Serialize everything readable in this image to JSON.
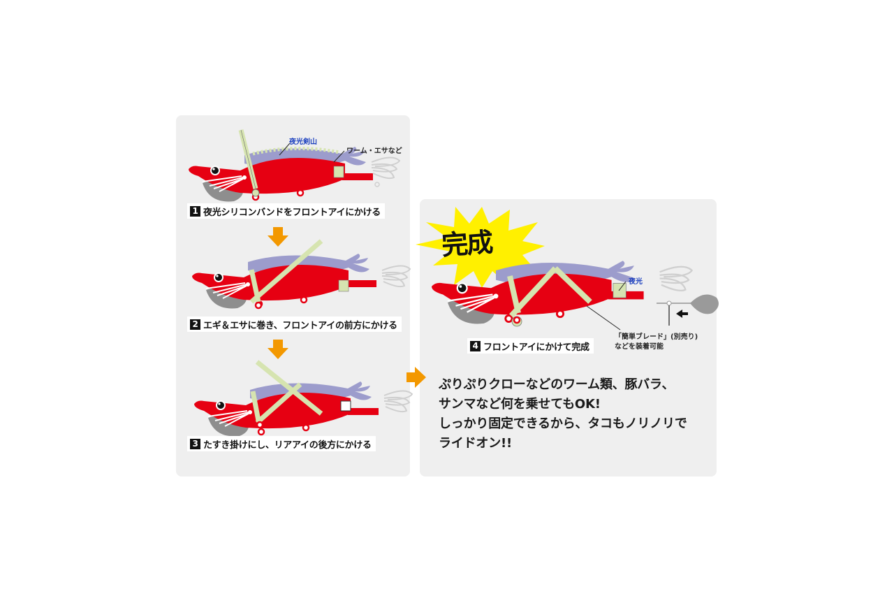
{
  "colors": {
    "panel_bg": "#efefef",
    "egi_body": "#e60012",
    "band": "#d6e4b0",
    "worm": "#9c9ccc",
    "arrow": "#f39800",
    "burst": "#fff000",
    "callout_blue": "#1a3fbf"
  },
  "steps": [
    {
      "number": "1",
      "label": "夜光シリコンバンドをフロントアイにかける"
    },
    {
      "number": "2",
      "label": "エギ＆エサに巻き、フロントアイの前方にかける"
    },
    {
      "number": "3",
      "label": "たすき掛けにし、リアアイの後方にかける"
    },
    {
      "number": "4",
      "label": "フロントアイにかけて完成"
    }
  ],
  "callouts": {
    "luminous_spike": "夜光剣山",
    "worm_bait": "ワーム・エサなど",
    "luminous": "夜光",
    "blade_line1": "「簡単ブレード」(別売り)",
    "blade_line2": "などを装着可能"
  },
  "burst_text": "完成",
  "caption": {
    "lines": [
      "ぷりぷりクローなどのワーム類、豚バラ、",
      "サンマなど何を乗せてもOK!",
      "しっかり固定できるから、タコもノリノリで",
      "ライドオン!!"
    ]
  },
  "icons": {
    "down_arrow": "orange-down-arrow",
    "right_arrow": "orange-right-arrow",
    "small_arrow": "black-left-arrow"
  }
}
